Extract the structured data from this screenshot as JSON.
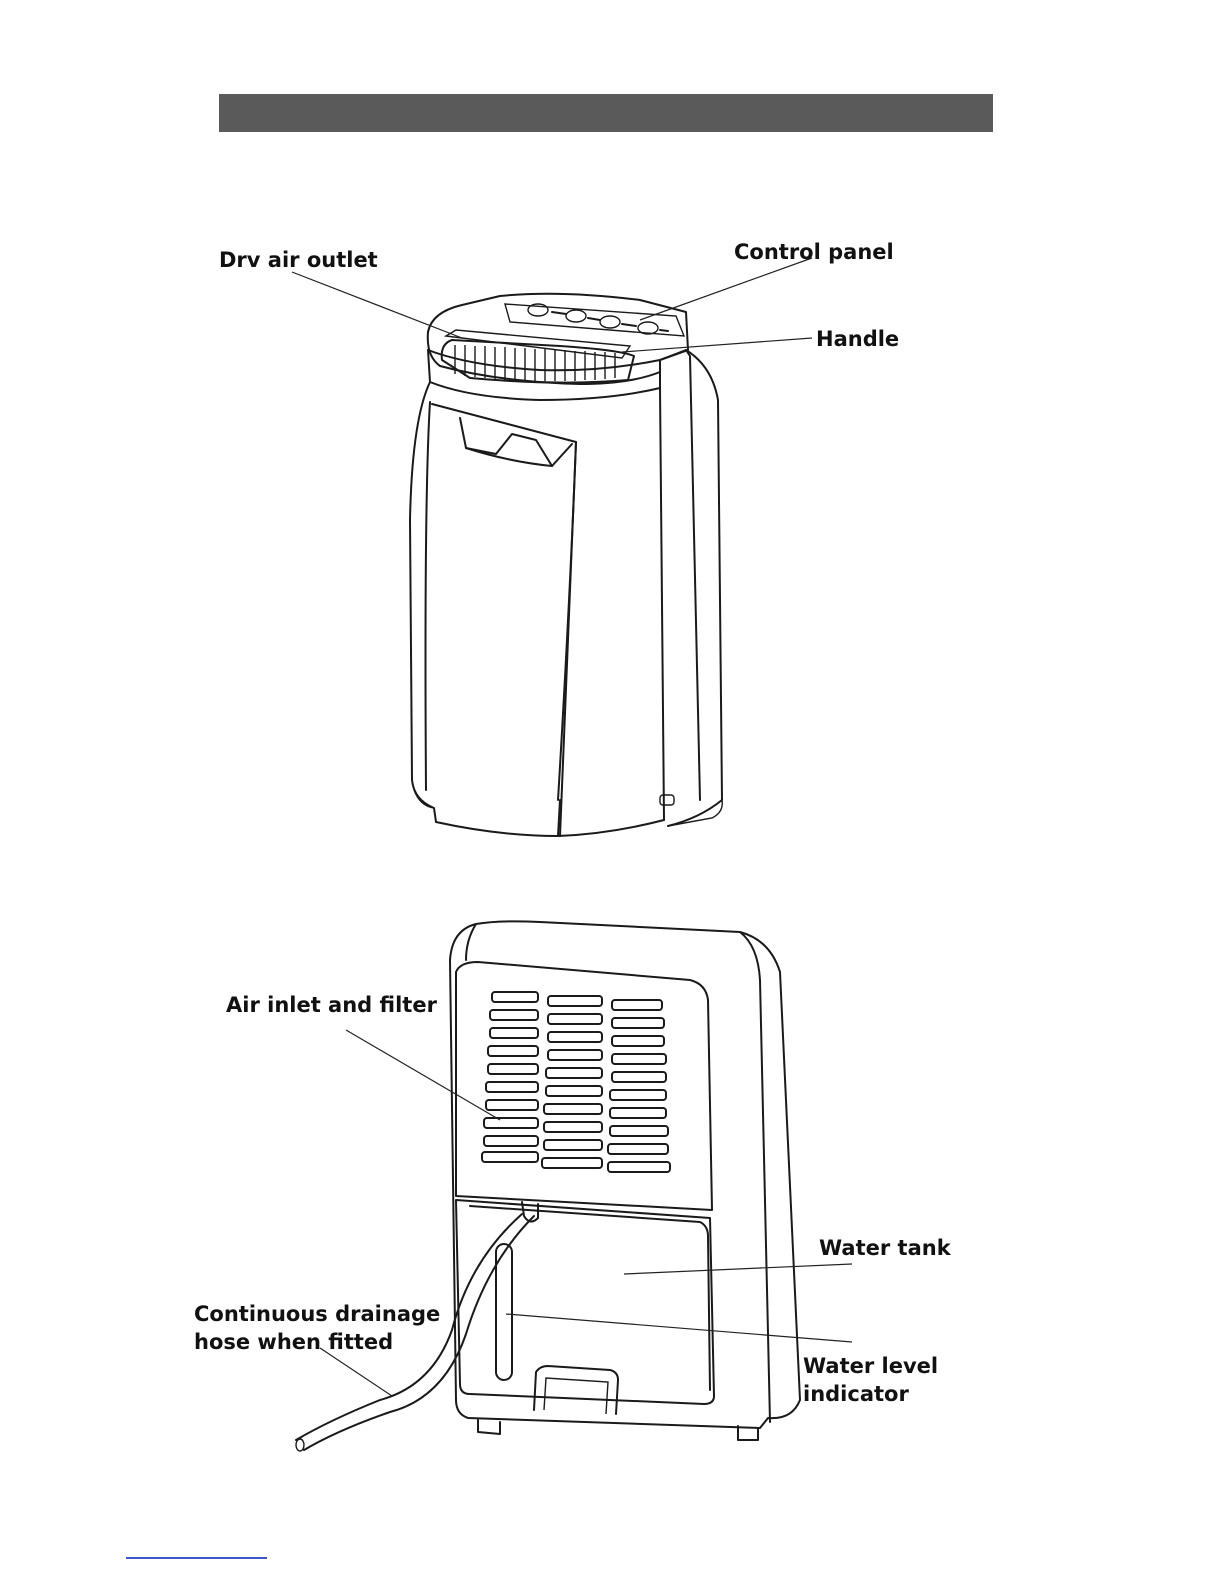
{
  "header": {
    "title": ""
  },
  "front_view": {
    "labels": {
      "dry_air_outlet": "Drv air outlet",
      "control_panel": "Control panel",
      "handle": "Handle"
    }
  },
  "rear_view": {
    "labels": {
      "air_inlet": "Air inlet and filter",
      "water_tank": "Water tank",
      "drainage_hose_line1": "Continuous drainage",
      "drainage_hose_line2": "hose when fitted",
      "water_level_line1": "Water level",
      "water_level_line2": "indicator"
    }
  },
  "colors": {
    "header_bar": "#5a5a5a",
    "footer_link_line": "#3b57c8"
  }
}
